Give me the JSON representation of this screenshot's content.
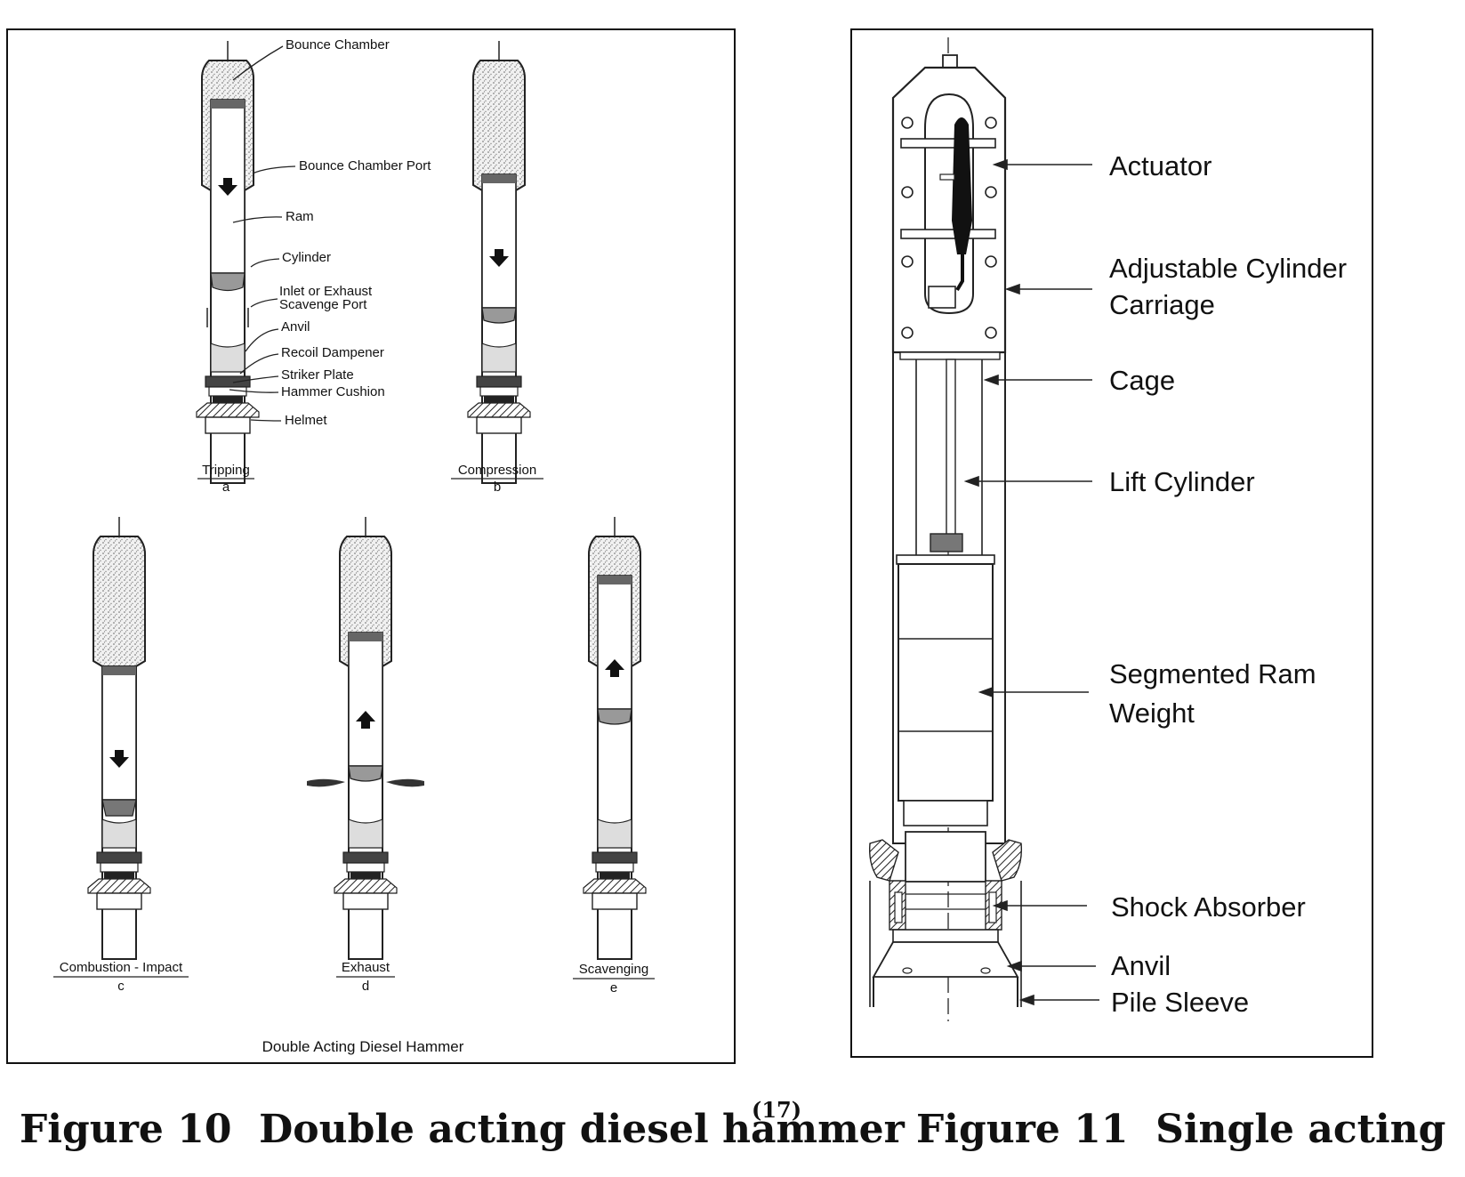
{
  "figure10": {
    "title": "Double Acting Diesel Hammer",
    "callouts": [
      "Bounce Chamber",
      "Bounce Chamber Port",
      "Ram",
      "Cylinder",
      "Inlet or Exhaust",
      "Scavenge Port",
      "Anvil",
      "Recoil Dampener",
      "Striker Plate",
      "Hammer Cushion",
      "Helmet"
    ],
    "stages": [
      {
        "name": "Tripping",
        "letter": "a"
      },
      {
        "name": "Compression",
        "letter": "b"
      },
      {
        "name": "Combustion - Impact",
        "letter": "c"
      },
      {
        "name": "Exhaust",
        "letter": "d"
      },
      {
        "name": "Scavenging",
        "letter": "e"
      }
    ],
    "caption": "Figure 10  Double acting diesel hammer",
    "caption_ref": "(17)"
  },
  "figure11": {
    "callouts": [
      "Actuator",
      "Adjustable Cylinder",
      "Carriage",
      "Cage",
      "Lift Cylinder",
      "Segmented Ram",
      "Weight",
      "Shock Absorber",
      "Anvil",
      "Pile Sleeve"
    ],
    "caption": "Figure 11  Single acting"
  }
}
